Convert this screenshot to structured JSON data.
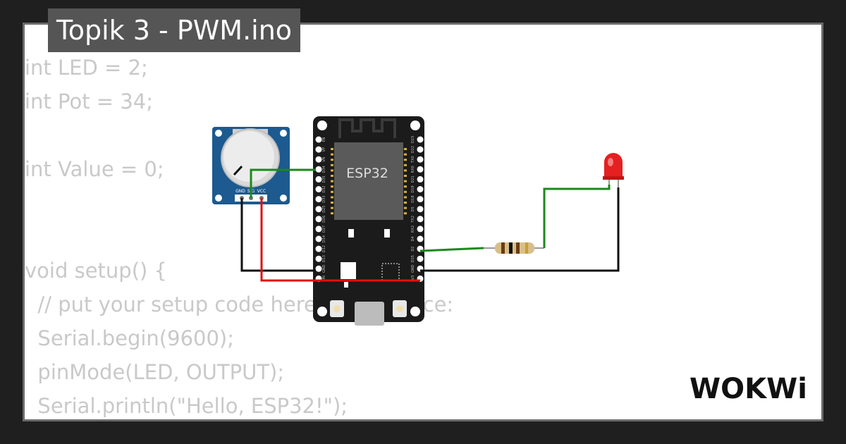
{
  "project": {
    "title": "Topik 3 - PWM.ino"
  },
  "code_lines": [
    "int LED = 2;",
    "int Pot = 34;",
    "",
    "int Value = 0;",
    "",
    "",
    "void setup() {",
    "  // put your setup code here, to run once:",
    "  Serial.begin(9600);",
    "  pinMode(LED, OUTPUT);",
    "  Serial.println(\"Hello, ESP32!\");"
  ],
  "esp32": {
    "chip_label": "ESP32",
    "left_pins": [
      "EN",
      "VP",
      "VN",
      "D34",
      "D35",
      "D32",
      "D33",
      "D25",
      "D26",
      "D27",
      "D14",
      "D12",
      "D13",
      "GND",
      "VIN"
    ],
    "right_pins": [
      "D23",
      "D22",
      "TX0",
      "RX0",
      "D21",
      "D19",
      "D18",
      "D5",
      "TX2",
      "RX2",
      "D4",
      "D2",
      "D15",
      "GND",
      "3V3"
    ]
  },
  "potentiometer": {
    "pin_labels": [
      "GND",
      "SIG",
      "VCC"
    ]
  },
  "logo_text": "WOKWi",
  "colors": {
    "background": "#1f1f1f",
    "canvas": "#ffffff",
    "wire_signal": "#1a8a1a",
    "wire_ground": "#111111",
    "wire_power": "#e01010",
    "board": "#1b1b1b",
    "pot_board": "#1c5a8f",
    "led": "#e52020"
  }
}
